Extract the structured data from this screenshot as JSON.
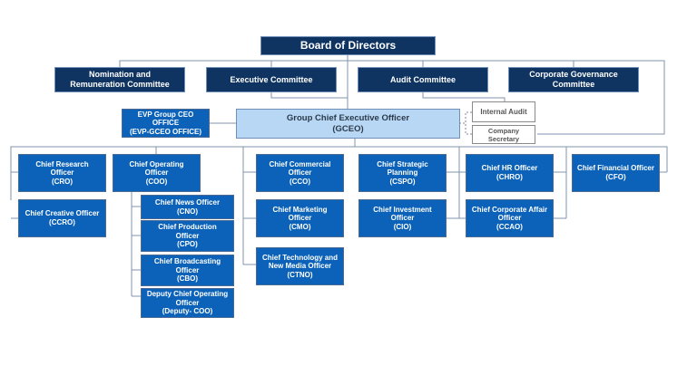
{
  "title": "Board of Directors",
  "committees": [
    {
      "label": "Nomination and\nRemuneration Committee"
    },
    {
      "label": "Executive Committee"
    },
    {
      "label": "Audit Committee"
    },
    {
      "label": "Corporate Governance\nCommittee"
    }
  ],
  "gceo": {
    "label": "Group Chief Executive Officer\n(GCEO)"
  },
  "evp": {
    "label": "EVP Group CEO\nOFFICE\n(EVP-GCEO OFFICE)"
  },
  "internal_audit": {
    "label": "Internal Audit"
  },
  "company_secretary": {
    "label": "Company\nSecretary"
  },
  "officers": {
    "cro": "Chief Research\nOfficer\n(CRO)",
    "ccro": "Chief Creative Officer\n(CCRO)",
    "coo": "Chief Operating\nOfficer\n(COO)",
    "cno": "Chief News Officer\n(CNO)",
    "cpo": "Chief Production\nOfficer\n(CPO)",
    "cbo": "Chief Broadcasting\nOfficer\n(CBO)",
    "dcoo": "Deputy Chief Operating\nOfficer\n(Deputy- COO)",
    "cco": "Chief Commercial\nOfficer\n(CCO)",
    "cmo": "Chief Marketing\nOfficer\n(CMO)",
    "ctno": "Chief Technology and\nNew Media Officer\n(CTNO)",
    "cspo": "Chief Strategic\nPlanning\n(CSPO)",
    "cio": "Chief Investment\nOfficer\n(CIO)",
    "chro": "Chief HR Officer\n(CHRO)",
    "ccao": "Chief Corporate Affair\nOfficer\n(CCAO)",
    "cfo": "Chief Financial Officer\n(CFO)"
  }
}
